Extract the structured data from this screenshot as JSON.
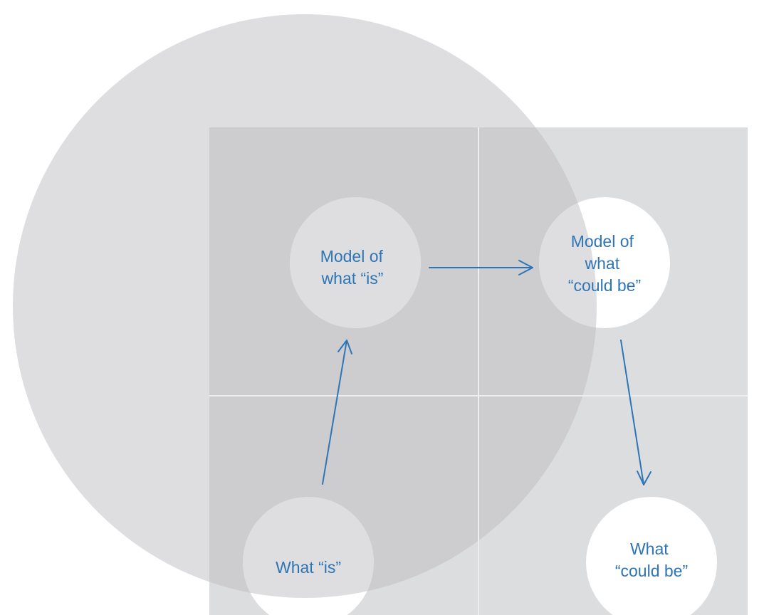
{
  "diagram": {
    "nodes": {
      "model_is": {
        "lines": [
          "Model of",
          "what “is”"
        ]
      },
      "model_could_be": {
        "lines": [
          "Model of",
          "what",
          "“could be”"
        ]
      },
      "what_is": {
        "lines": [
          "What “is”"
        ]
      },
      "what_could_be": {
        "lines": [
          "What",
          "“could be”"
        ]
      }
    },
    "edges": [
      {
        "from": "what_is",
        "to": "model_is"
      },
      {
        "from": "model_is",
        "to": "model_could_be"
      },
      {
        "from": "model_could_be",
        "to": "what_could_be"
      }
    ],
    "colors": {
      "background": "#ffffff",
      "grid_square": "#dcdddf",
      "grid_lines": "#eeeeef",
      "overlay_circle": "#bdbec1",
      "node_fill": "#ffffff",
      "text_and_arrows": "#2e75b6"
    }
  }
}
